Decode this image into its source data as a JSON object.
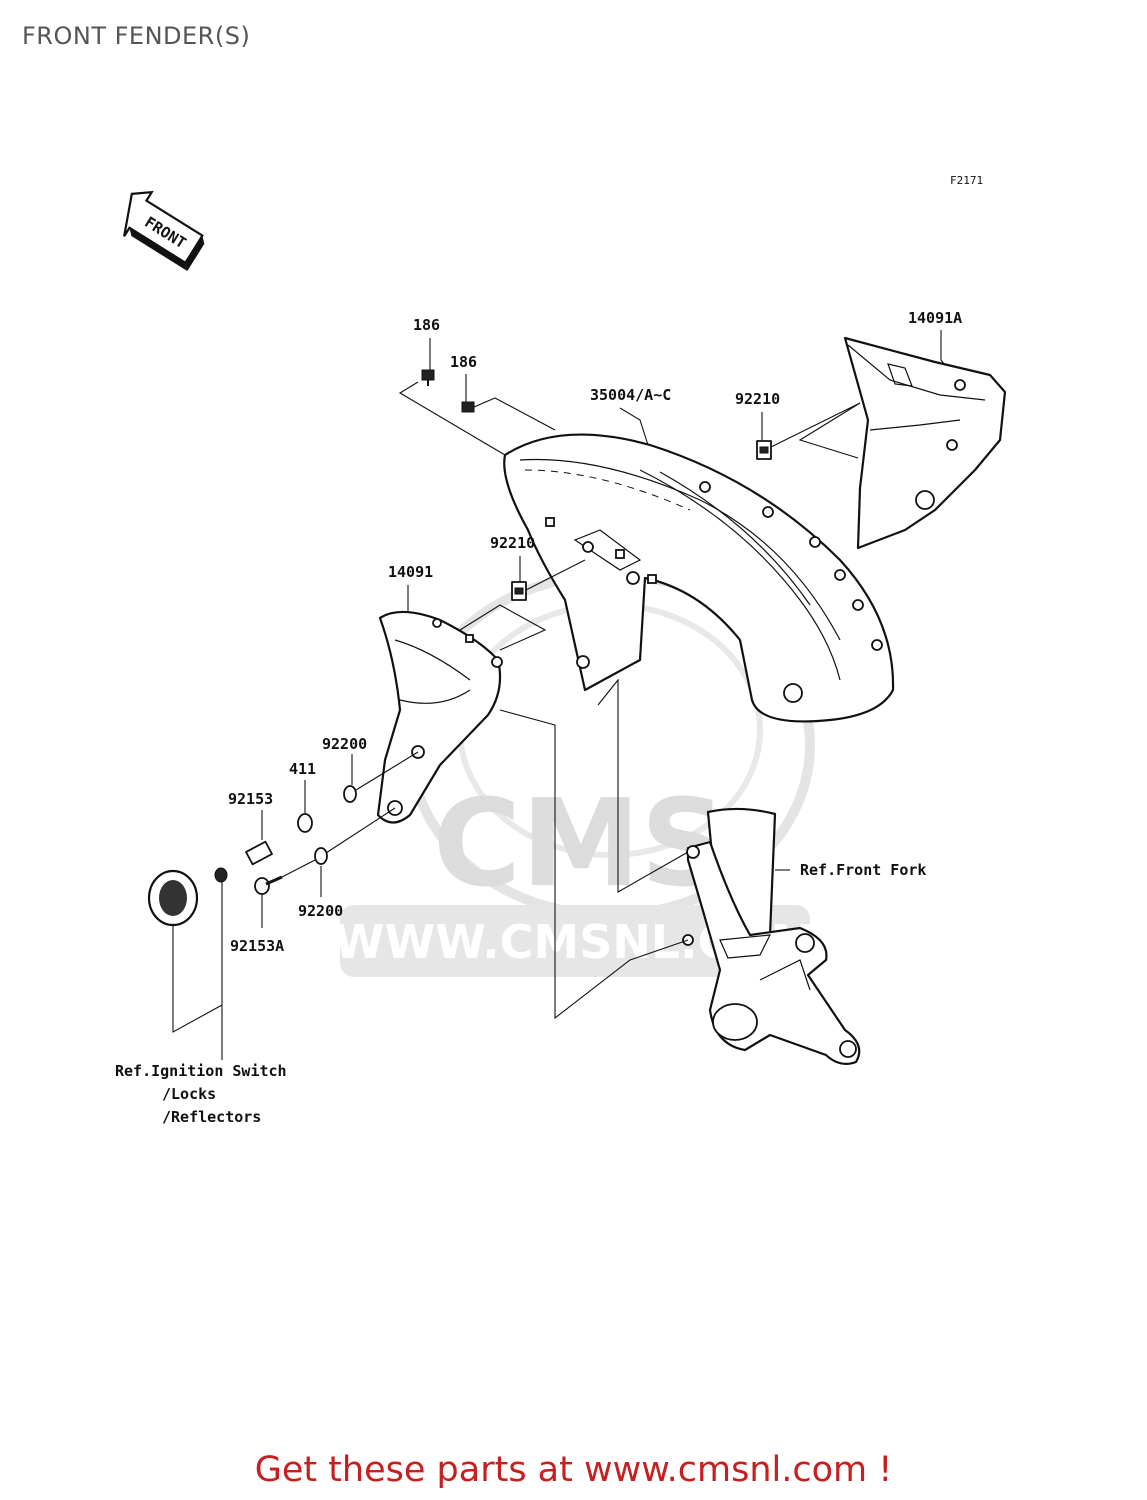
{
  "header": {
    "title": "FRONT FENDER(S)"
  },
  "figure": {
    "code": "F2171",
    "direction_label": "FRONT"
  },
  "labels": {
    "l186a": "186",
    "l186b": "186",
    "l35004": "35004/A~C",
    "l92210a": "92210",
    "l14091A": "14091A",
    "l92210b": "92210",
    "l14091": "14091",
    "l92200a": "92200",
    "l411": "411",
    "l92153": "92153",
    "l92200b": "92200",
    "l92153A": "92153A"
  },
  "references": {
    "front_fork": "Ref.Front Fork",
    "ignition_line1": "Ref.Ignition Switch",
    "ignition_line2": "/Locks",
    "ignition_line3": "/Reflectors"
  },
  "watermark": {
    "brand": "CMS",
    "url": "WWW.CMSNL.COM"
  },
  "footer": {
    "text": "Get these parts at www.cmsnl.com !"
  }
}
